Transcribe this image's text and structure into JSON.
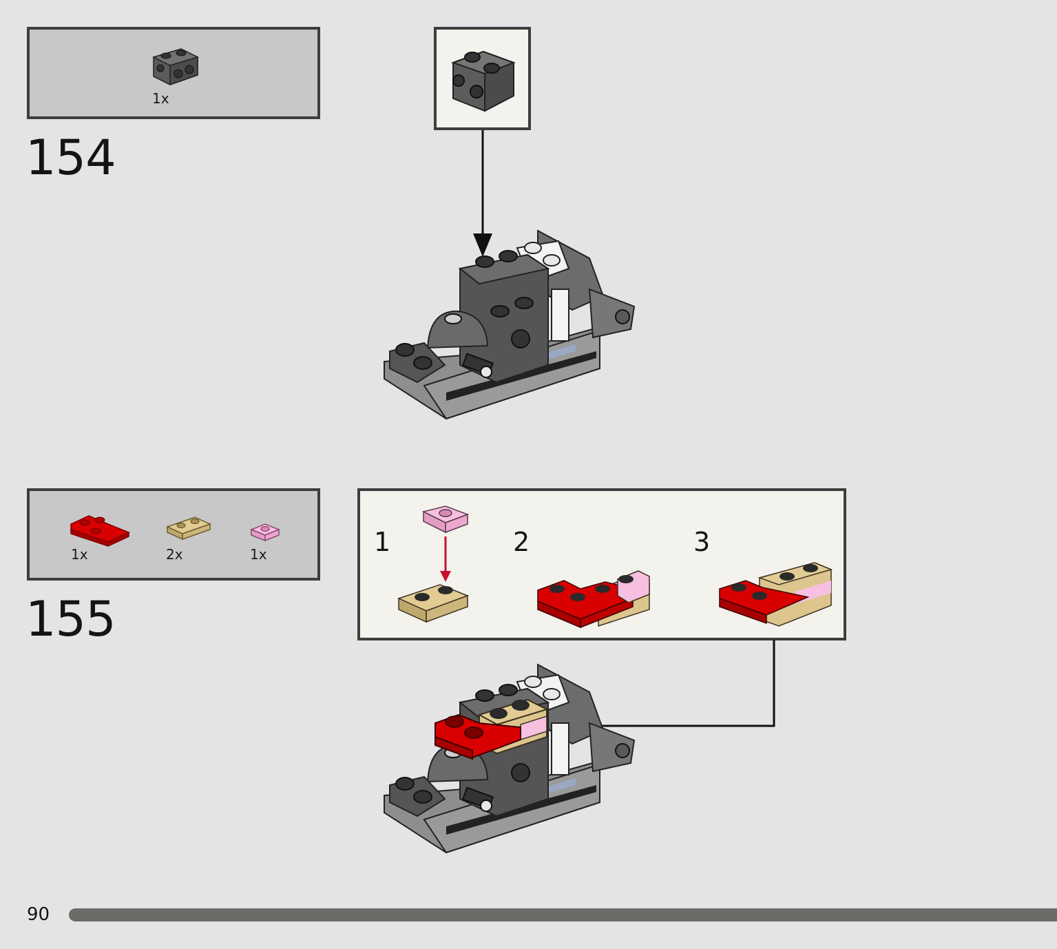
{
  "steps": [
    {
      "number": "154",
      "parts": [
        {
          "name": "dark-gray-brick-1x2-with-studs-on-side",
          "qty": "1x"
        }
      ]
    },
    {
      "number": "155",
      "parts": [
        {
          "name": "red-plate-corner-2x2",
          "qty": "1x"
        },
        {
          "name": "tan-plate-1x2",
          "qty": "2x"
        },
        {
          "name": "pink-plate-1x1",
          "qty": "1x"
        }
      ],
      "substeps": [
        "1",
        "2",
        "3"
      ]
    }
  ],
  "page": {
    "number": "90"
  },
  "colors": {
    "background": "#e4e4e4",
    "parts_box": "#c8c8c8",
    "callout_box": "#f3f2ec",
    "dark_gray": "#5f5f5f",
    "red": "#d80000",
    "tan": "#dcc68e",
    "pink": "#f3a9d5",
    "progress_bar": "#6b6b68"
  }
}
